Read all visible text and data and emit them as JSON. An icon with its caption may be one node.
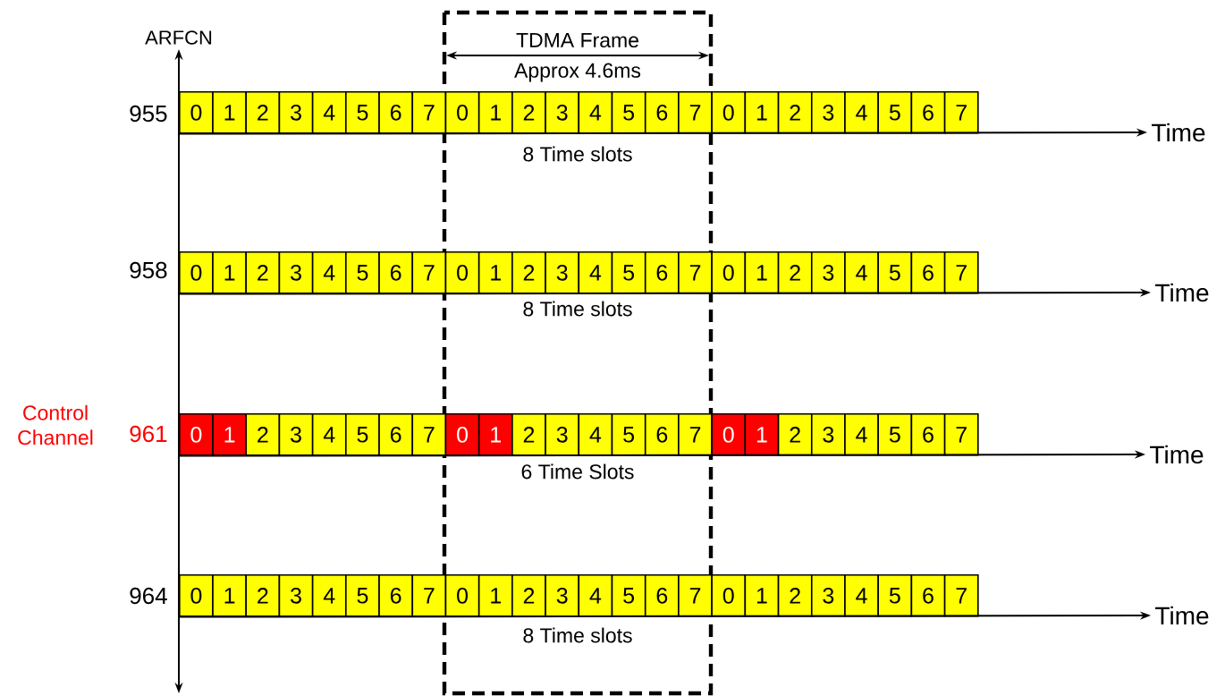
{
  "diagram": {
    "nodes": [
      {
        "text": [
          "0"
        ]
      },
      {
        "text": [
          "1"
        ]
      },
      {
        "text": [
          "2"
        ]
      },
      {
        "text": [
          "3"
        ]
      },
      {
        "text": [
          "4"
        ]
      },
      {
        "text": [
          "5"
        ]
      },
      {
        "text": [
          "6"
        ]
      },
      {
        "text": [
          "7"
        ]
      },
      {
        "text": [
          "0"
        ]
      },
      {
        "text": [
          "1"
        ]
      },
      {
        "text": [
          "2"
        ]
      },
      {
        "text": [
          "3"
        ]
      },
      {
        "text": [
          "4"
        ]
      },
      {
        "text": [
          "5"
        ]
      },
      {
        "text": [
          "6"
        ]
      },
      {
        "text": [
          "7"
        ]
      },
      {
        "text": [
          "0"
        ]
      },
      {
        "text": [
          "1"
        ]
      },
      {
        "text": [
          "2"
        ]
      },
      {
        "text": [
          "3"
        ]
      },
      {
        "text": [
          "4"
        ]
      },
      {
        "text": [
          "5"
        ]
      },
      {
        "text": [
          "6"
        ]
      },
      {
        "text": [
          "7"
        ]
      },
      {
        "text": [
          "Time"
        ]
      },
      {
        "text": [
          "0"
        ]
      },
      {
        "text": [
          "1"
        ]
      },
      {
        "text": [
          "2"
        ]
      },
      {
        "text": [
          "3"
        ]
      },
      {
        "text": [
          "4"
        ]
      },
      {
        "text": [
          "5"
        ]
      },
      {
        "text": [
          "6"
        ]
      },
      {
        "text": [
          "7"
        ]
      },
      {
        "text": [
          "0"
        ]
      },
      {
        "text": [
          "1"
        ]
      },
      {
        "text": [
          "2"
        ]
      },
      {
        "text": [
          "3"
        ]
      },
      {
        "text": [
          "4"
        ]
      },
      {
        "text": [
          "5"
        ]
      },
      {
        "text": [
          "6"
        ]
      },
      {
        "text": [
          "7"
        ]
      },
      {
        "text": [
          "0"
        ]
      },
      {
        "text": [
          "1"
        ]
      },
      {
        "text": [
          "2"
        ]
      },
      {
        "text": [
          "3"
        ]
      },
      {
        "text": [
          "4"
        ]
      },
      {
        "text": [
          "5"
        ]
      },
      {
        "text": [
          "6"
        ]
      },
      {
        "text": [
          "7"
        ]
      },
      {
        "text": [
          "Time"
        ]
      },
      {
        "text": [
          "0"
        ]
      },
      {
        "text": [
          "1"
        ]
      },
      {
        "text": [
          "2"
        ]
      },
      {
        "text": [
          "3"
        ]
      },
      {
        "text": [
          "4"
        ]
      },
      {
        "text": [
          "5"
        ]
      },
      {
        "text": [
          "6"
        ]
      },
      {
        "text": [
          "7"
        ]
      },
      {
        "text": [
          "0"
        ]
      },
      {
        "text": [
          "1"
        ]
      },
      {
        "text": [
          "2"
        ]
      },
      {
        "text": [
          "3"
        ]
      },
      {
        "text": [
          "4"
        ]
      },
      {
        "text": [
          "5"
        ]
      },
      {
        "text": [
          "6"
        ]
      },
      {
        "text": [
          "7"
        ]
      },
      {
        "text": [
          "0"
        ]
      },
      {
        "text": [
          "1"
        ]
      },
      {
        "text": [
          "2"
        ]
      },
      {
        "text": [
          "3"
        ]
      },
      {
        "text": [
          "4"
        ]
      },
      {
        "text": [
          "5"
        ]
      },
      {
        "text": [
          "6"
        ]
      },
      {
        "text": [
          "7"
        ]
      },
      {
        "text": [
          "Time"
        ]
      },
      {
        "text": [
          "0"
        ]
      },
      {
        "text": [
          "1"
        ]
      },
      {
        "text": [
          "2"
        ]
      },
      {
        "text": [
          "3"
        ]
      },
      {
        "text": [
          "4"
        ]
      },
      {
        "text": [
          "5"
        ]
      },
      {
        "text": [
          "6"
        ]
      },
      {
        "text": [
          "7"
        ]
      },
      {
        "text": [
          "0"
        ]
      },
      {
        "text": [
          "1"
        ]
      },
      {
        "text": [
          "2"
        ]
      },
      {
        "text": [
          "3"
        ]
      },
      {
        "text": [
          "4"
        ]
      },
      {
        "text": [
          "5"
        ]
      },
      {
        "text": [
          "6"
        ]
      },
      {
        "text": [
          "7"
        ]
      },
      {
        "text": [
          "0"
        ]
      },
      {
        "text": [
          "1"
        ]
      },
      {
        "text": [
          "2"
        ]
      },
      {
        "text": [
          "3"
        ]
      },
      {
        "text": [
          "4"
        ]
      },
      {
        "text": [
          "5"
        ]
      },
      {
        "text": [
          "6"
        ]
      },
      {
        "text": [
          "7"
        ]
      },
      {
        "text": [
          "Time"
        ]
      }
    ],
    "edges": [
      {
        "from": 0,
        "to": 24,
        "arrow": "to"
      },
      {
        "from": 25,
        "to": 49,
        "arrow": "to"
      },
      {
        "from": 50,
        "to": 74,
        "arrow": "to"
      },
      {
        "from": 75,
        "to": 99,
        "arrow": "to"
      }
    ],
    "labels": [
      "ARFCN",
      "TDMA Frame",
      "Approx 4.6ms",
      "955",
      "8 Time slots",
      "958",
      "8 Time slots",
      "Control Channel",
      "961",
      "6 Time Slots",
      "964",
      "8 Time slots"
    ]
  }
}
